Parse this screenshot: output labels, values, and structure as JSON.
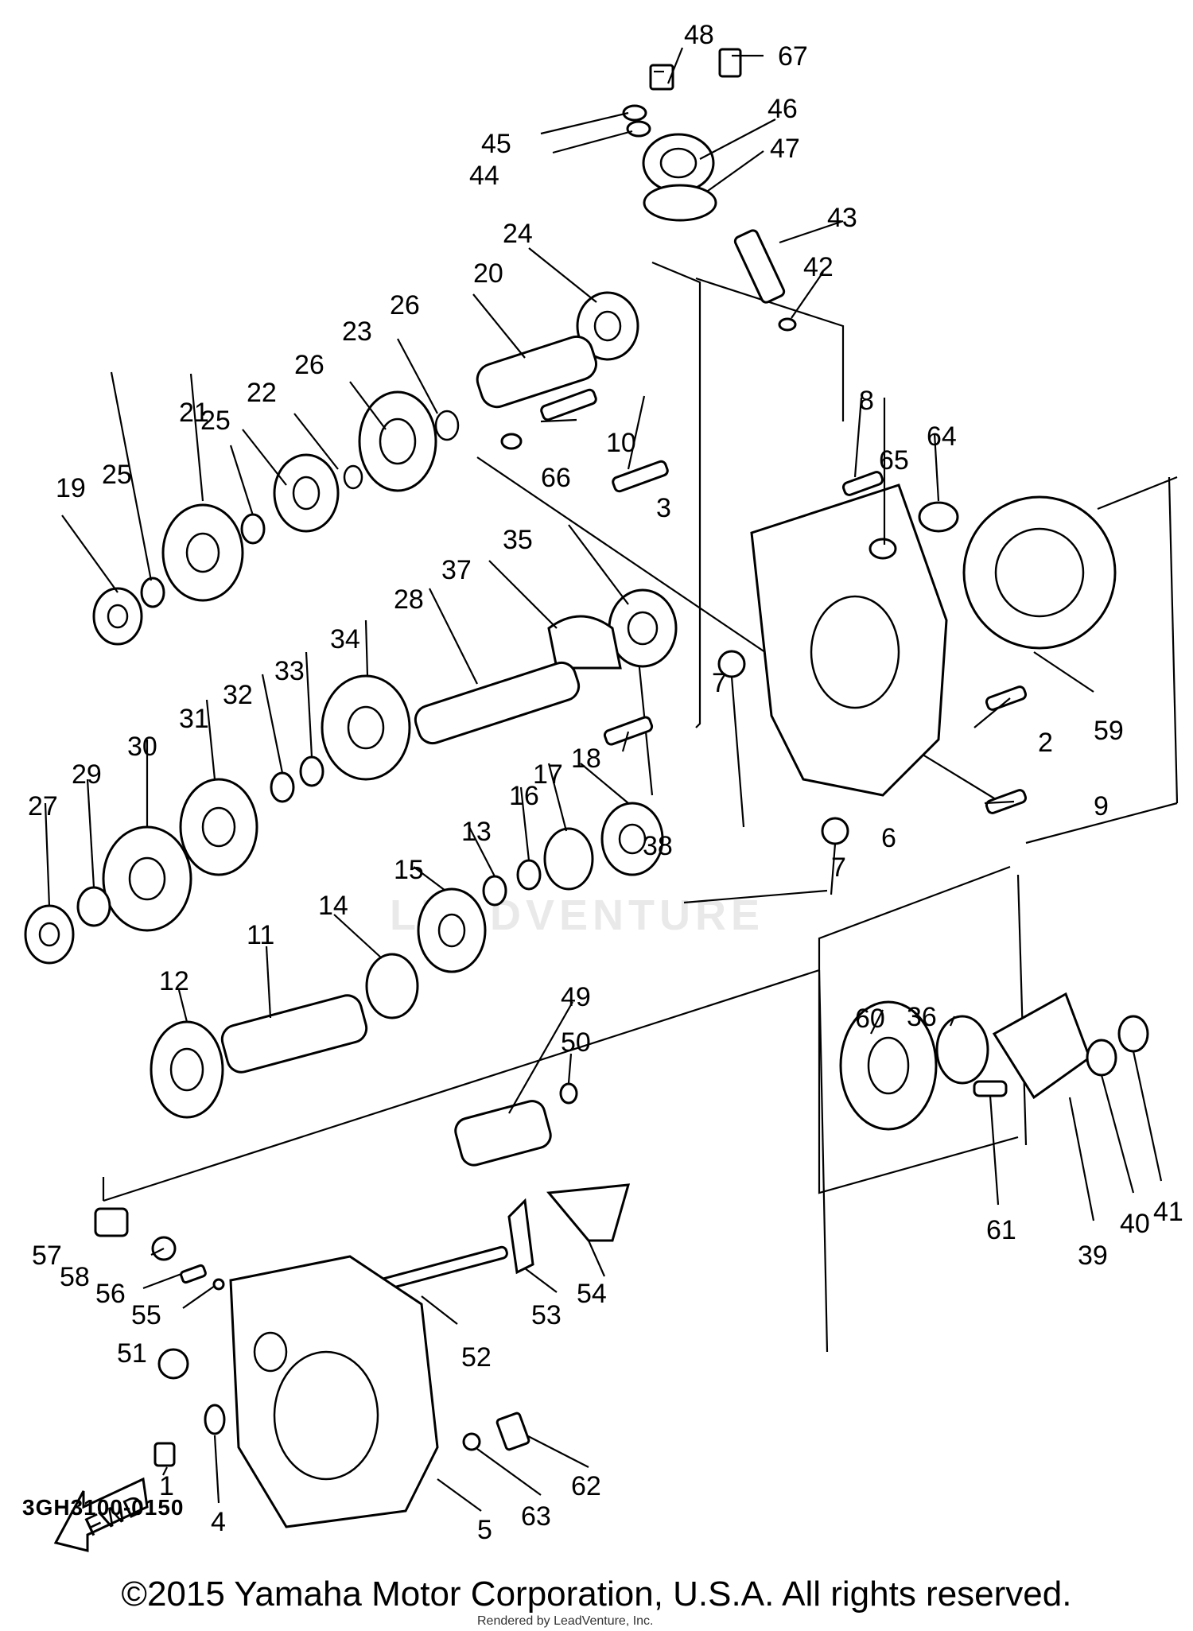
{
  "diagram": {
    "code": "3GH3100-0150",
    "copyright": "©2015 Yamaha Motor Corporation, U.S.A. All rights reserved.",
    "rendered_by": "Rendered by LeadVenture, Inc.",
    "watermark": "LEADVENTURE",
    "fwd_label": "FWD",
    "labels": [
      "1",
      "2",
      "3",
      "4",
      "5",
      "6",
      "7",
      "7",
      "8",
      "9",
      "10",
      "11",
      "12",
      "13",
      "14",
      "15",
      "16",
      "17",
      "18",
      "19",
      "20",
      "21",
      "22",
      "23",
      "24",
      "25",
      "25",
      "26",
      "26",
      "27",
      "28",
      "29",
      "30",
      "31",
      "32",
      "33",
      "34",
      "35",
      "36",
      "37",
      "38",
      "39",
      "40",
      "41",
      "42",
      "43",
      "44",
      "45",
      "46",
      "47",
      "48",
      "49",
      "50",
      "51",
      "52",
      "53",
      "54",
      "55",
      "56",
      "57",
      "58",
      "59",
      "60",
      "61",
      "62",
      "63",
      "64",
      "65",
      "66",
      "67"
    ]
  }
}
